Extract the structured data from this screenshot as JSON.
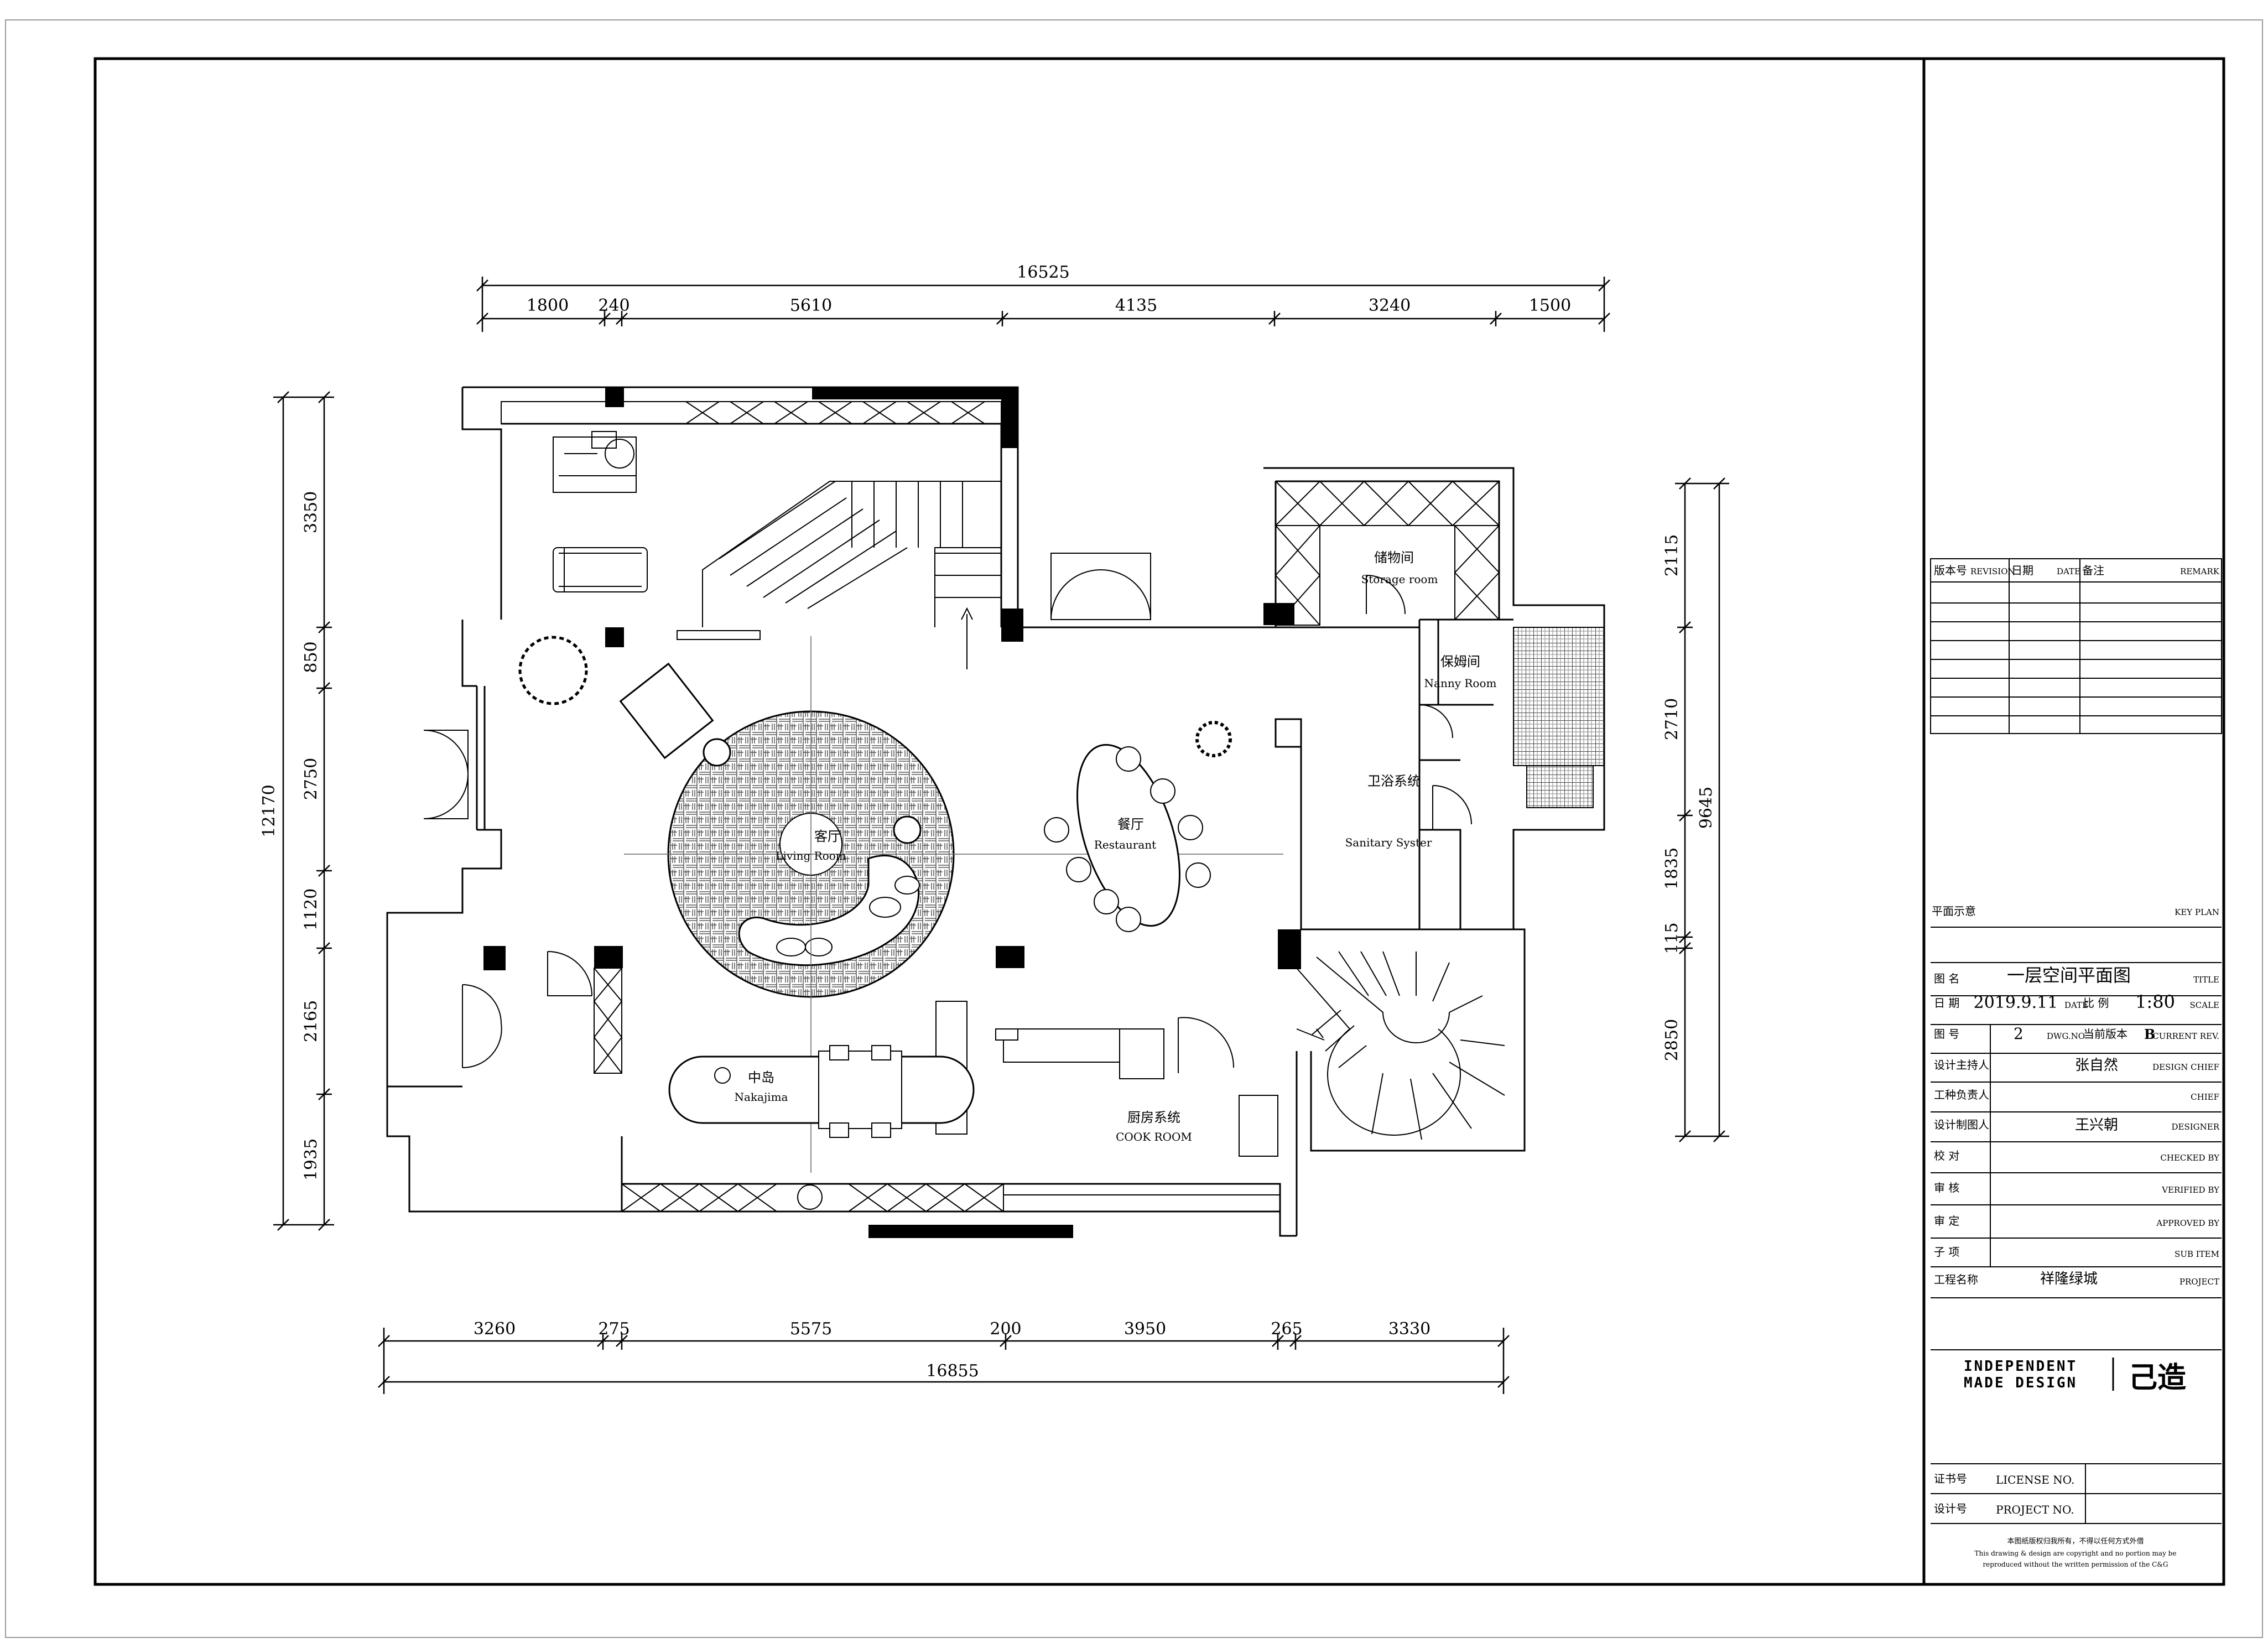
{
  "dimensions": {
    "top_total": "16525",
    "top": [
      "1800",
      "240",
      "5610",
      "4135",
      "3240",
      "1500"
    ],
    "bottom_total": "16855",
    "bottom": [
      "3260",
      "275",
      "5575",
      "200",
      "3950",
      "265",
      "3330"
    ],
    "left_total": "12170",
    "left": [
      "3350",
      "850",
      "2750",
      "1120",
      "2165",
      "1935"
    ],
    "right_total": "9645",
    "right": [
      "2115",
      "2710",
      "1835",
      "115",
      "2850"
    ]
  },
  "rooms": {
    "storage_cn": "储物间",
    "storage_en": "Storage room",
    "nanny_cn": "保姆间",
    "nanny_en": "Nanny Room",
    "living_cn": "客厅",
    "living_en": "Living Room",
    "restaurant_cn": "餐厅",
    "restaurant_en": "Restaurant",
    "sanitary_cn": "卫浴系统",
    "sanitary_en": "Sanitary Syster",
    "island_cn": "中岛",
    "island_en": "Nakajima",
    "kitchen_cn": "厨房系统",
    "kitchen_en": "COOK ROOM"
  },
  "title_block": {
    "revision_cn": "版本号",
    "revision_en": "REVISION",
    "date_cn": "日期",
    "date_en": "DATE",
    "remark_cn": "备注",
    "remark_en": "REMARK",
    "keyplan_cn": "平面示意",
    "keyplan_en": "KEY PLAN",
    "title_cn": "图  名",
    "title_value": "一层空间平面图",
    "title_en": "TITLE",
    "date_label": "日  期",
    "date_value": "2019.9.11",
    "date_label_en": "DATE",
    "scale_cn": "比  例",
    "scale_value": "1:80",
    "scale_en": "SCALE",
    "dwg_cn": "图  号",
    "dwg_value": "2",
    "dwg_en": "DWG.NO",
    "curver_cn": "当前版本",
    "curver_value": "B",
    "curver_en": "CURRENT REV.",
    "chief_designer_cn": "设计主持人",
    "chief_designer_value": "张自然",
    "chief_designer_en": "DESIGN CHIEF",
    "engineer_cn": "工种负责人",
    "engineer_en": "CHIEF",
    "drawer_cn": "设计制图人",
    "drawer_value": "王兴朝",
    "drawer_en": "DESIGNER",
    "checked_cn": "校  对",
    "checked_en": "CHECKED BY",
    "verified_cn": "审  核",
    "verified_en": "VERIFIED BY",
    "approved_cn": "审  定",
    "approved_en": "APPROVED BY",
    "subitem_cn": "子  项",
    "subitem_en": "SUB ITEM",
    "project_cn": "工程名称",
    "project_value": "祥隆绿城",
    "project_en": "PROJECT",
    "logo_en_1": "INDEPENDENT",
    "logo_en_2": "MADE DESIGN",
    "logo_cn": "己造",
    "license_cn": "证书号",
    "license_en": "LICENSE NO.",
    "projno_cn": "设计号",
    "projno_en": "PROJECT NO.",
    "copyright_cn": "本图纸版权归我所有，不得以任何方式外借",
    "copyright_en_1": "This drawing & design are copyright and no portion may be",
    "copyright_en_2": "reproduced without the written permission of the C&G"
  },
  "colors": {
    "line": "#000000",
    "paper": "#ffffff",
    "hatch": "#555555"
  }
}
